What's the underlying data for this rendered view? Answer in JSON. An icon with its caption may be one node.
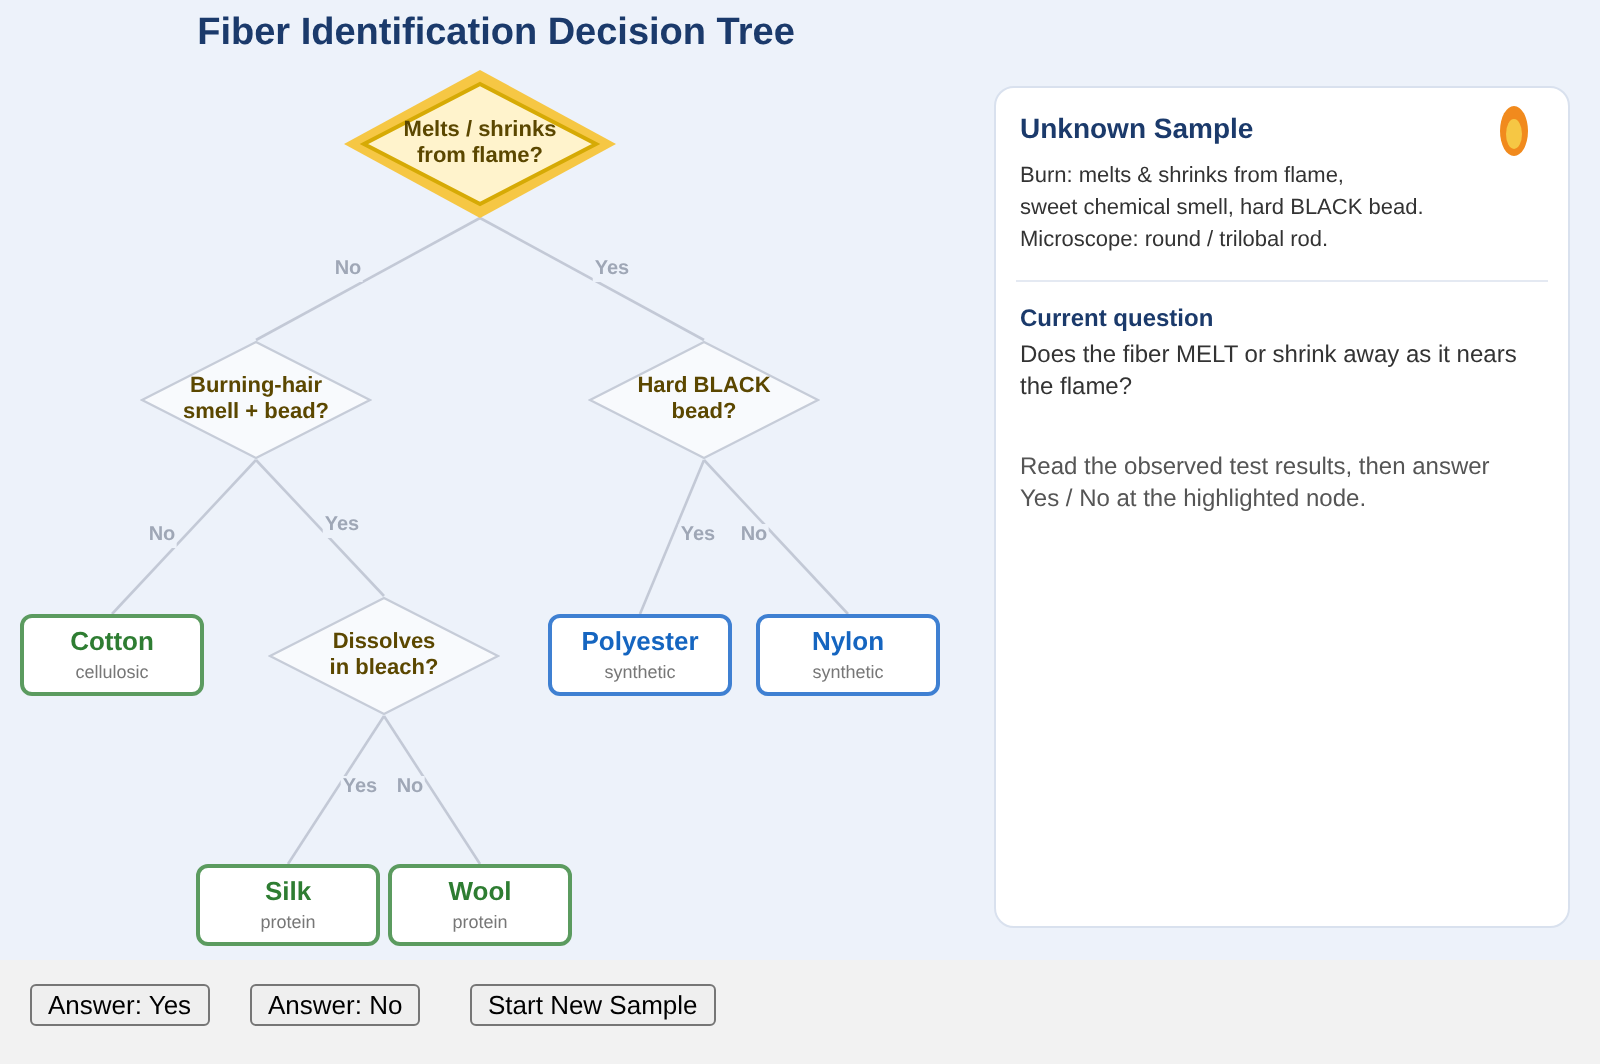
{
  "diagram": {
    "title": "Fiber Identification Decision Tree",
    "nodes": [
      {
        "text": [
          "Melts / shrinks from flame?"
        ]
      },
      {
        "text": [
          "Burning-hair smell + bead?"
        ]
      },
      {
        "text": [
          "Hard BLACK bead?"
        ]
      },
      {
        "text": [
          "Cotton",
          "cellulosic"
        ]
      },
      {
        "text": [
          "Dissolves in bleach?"
        ]
      },
      {
        "text": [
          "Polyester",
          "synthetic"
        ]
      },
      {
        "text": [
          "Nylon",
          "synthetic"
        ]
      },
      {
        "text": [
          "Silk",
          "protein"
        ]
      },
      {
        "text": [
          "Wool",
          "protein"
        ]
      },
      {
        "text": [
          "Unknown Sample",
          "Burn: melts & shrinks from flame,",
          "sweet chemical smell, hard BLACK bead.",
          "Microscope: round / trilobal rod.",
          "Current question",
          "Does the fiber MELT or shrink away as it nears the flame?",
          "Read the observed test results, then answer Yes / No at the highlighted node."
        ]
      }
    ],
    "edges": [
      {
        "from": 0,
        "to": 1,
        "arrow": "none",
        "label": "No"
      },
      {
        "from": 0,
        "to": 2,
        "arrow": "none",
        "label": "Yes"
      },
      {
        "from": 1,
        "to": 3,
        "arrow": "none",
        "label": "No"
      },
      {
        "from": 1,
        "to": 4,
        "arrow": "none",
        "label": "Yes"
      },
      {
        "from": 2,
        "to": 5,
        "arrow": "none",
        "label": "Yes"
      },
      {
        "from": 2,
        "to": 6,
        "arrow": "none",
        "label": "No"
      },
      {
        "from": 4,
        "to": 7,
        "arrow": "none",
        "label": "Yes"
      },
      {
        "from": 4,
        "to": 8,
        "arrow": "none",
        "label": "No"
      }
    ],
    "labels": [
      "Answer: Yes",
      "Answer: No",
      "Start New Sample"
    ]
  }
}
